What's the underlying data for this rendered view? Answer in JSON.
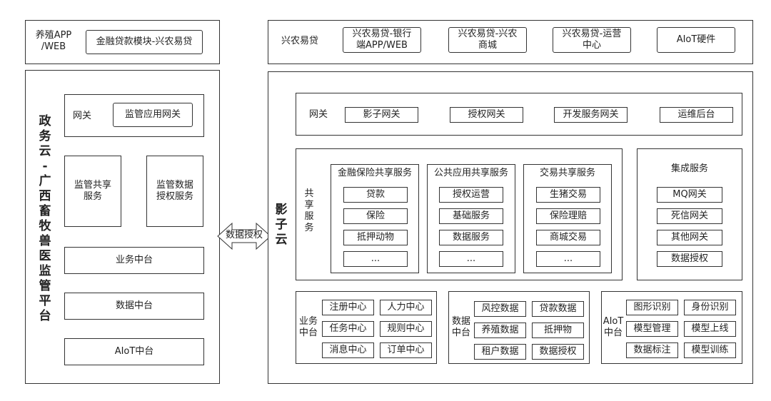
{
  "left": {
    "app_label": "养殖APP\n/WEB",
    "app_module": "金融贷款模块-兴农易贷",
    "platform_title": "政\n务\n云\n-\n广\n西\n畜\n牧\n兽\n医\n监\n管\n平\n台",
    "gateway_label": "网关",
    "gateway_item": "监管应用网关",
    "shared_service": "监管共享\n服务",
    "data_auth_service": "监管数据\n授权服务",
    "business_platform": "业务中台",
    "data_platform": "数据中台",
    "aiot_platform": "AIoT中台"
  },
  "arrow_label": "数据授权",
  "right": {
    "top_label": "兴农易贷",
    "top_items": [
      "兴农易贷-银行\n端APP/WEB",
      "兴农易贷-兴农\n商城",
      "兴农易贷-运营\n中心",
      "AIoT硬件"
    ],
    "cloud_title": "影\n子\n云",
    "gateway_label": "网关",
    "gateway_items": [
      "影子网关",
      "授权网关",
      "开发服务网关",
      "运维后台"
    ],
    "shared_label": "共\n享\n服\n务",
    "shared_groups": [
      {
        "title": "金融保险共享服务",
        "items": [
          "贷款",
          "保险",
          "抵押动物",
          "..."
        ]
      },
      {
        "title": "公共应用共享服务",
        "items": [
          "授权运营",
          "基础服务",
          "数据服务",
          "..."
        ]
      },
      {
        "title": "交易共享服务",
        "items": [
          "生猪交易",
          "保险理赔",
          "商城交易",
          "..."
        ]
      }
    ],
    "integration": {
      "title": "集成服务",
      "items": [
        "MQ网关",
        "死信网关",
        "其他网关",
        "数据授权"
      ]
    },
    "business": {
      "label": "业务\n中台",
      "items": [
        "注册中心",
        "人力中心",
        "任务中心",
        "规则中心",
        "消息中心",
        "订单中心"
      ]
    },
    "data": {
      "label": "数据\n中台",
      "items": [
        "风控数据",
        "贷款数据",
        "养殖数据",
        "抵押物",
        "租户数据",
        "数据授权"
      ]
    },
    "aiot": {
      "label": "AIoT\n中台",
      "items": [
        "图形识别",
        "身份识别",
        "模型管理",
        "模型上线",
        "数据标注",
        "模型训练"
      ]
    }
  }
}
